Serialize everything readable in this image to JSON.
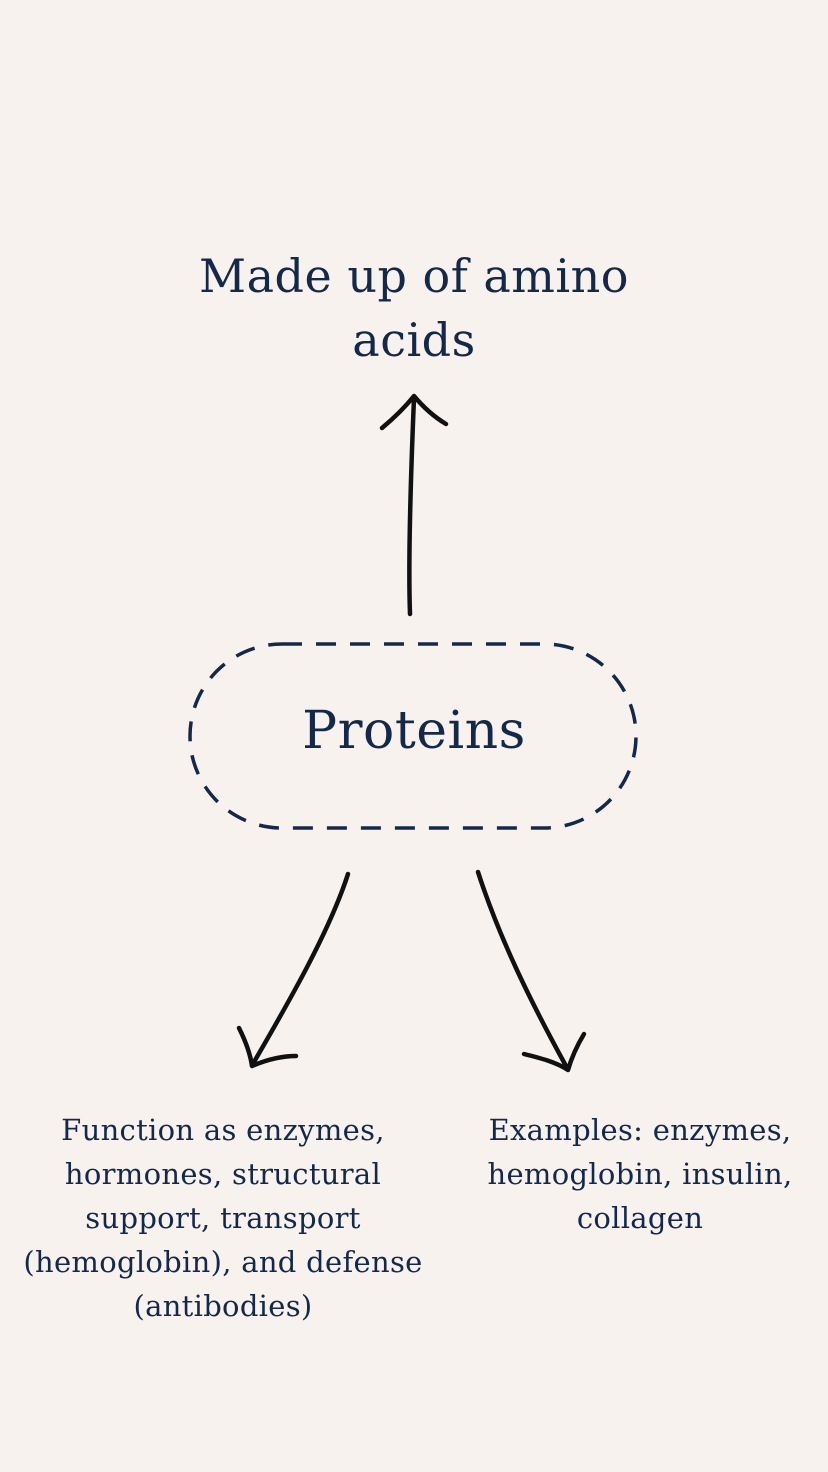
{
  "diagram": {
    "center_node": {
      "label": "Proteins"
    },
    "top_node": {
      "label": "Made up of amino acids"
    },
    "left_node": {
      "label": "Function as enzymes, hormones, structural support, transport (hemoglobin), and defense (antibodies)"
    },
    "right_node": {
      "label": "Examples: enzymes, hemoglobin, insulin, collagen"
    }
  },
  "colors": {
    "background": "#f8f2ef",
    "text": "#14294a",
    "dashed_border": "#14294a",
    "arrow": "#111111"
  }
}
